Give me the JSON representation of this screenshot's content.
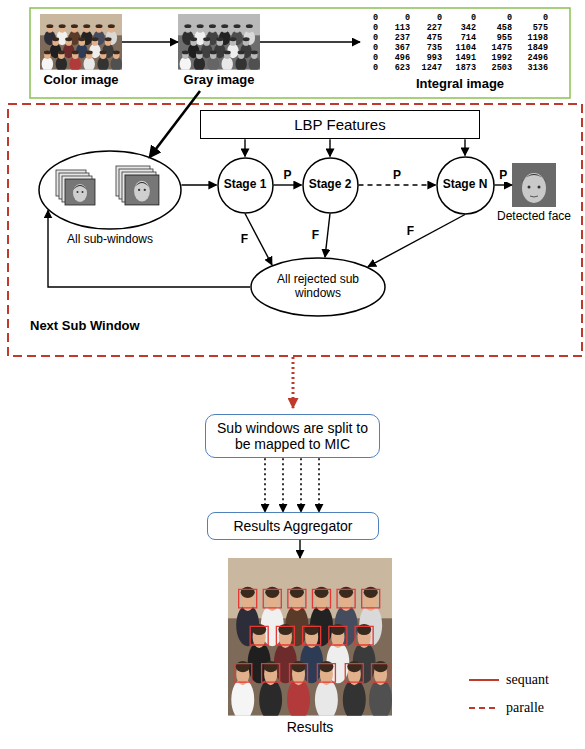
{
  "diagram": {
    "nodes": [
      {
        "text": [
          "Color image"
        ]
      },
      {
        "text": [
          "Gray image"
        ]
      },
      {
        "text": [
          "Integral image"
        ]
      },
      {
        "text": [
          "LBP Features"
        ]
      },
      {
        "text": [
          "All sub-windows"
        ]
      },
      {
        "text": [
          "Stage 1"
        ]
      },
      {
        "text": [
          "Stage 2"
        ]
      },
      {
        "text": [
          "Stage N"
        ]
      },
      {
        "text": [
          "Detected face"
        ]
      },
      {
        "text": [
          "All rejected sub windows"
        ]
      },
      {
        "text": [
          "Sub windows are split to be mapped to MIC"
        ]
      },
      {
        "text": [
          "Results Aggregator"
        ]
      },
      {
        "text": [
          "Results"
        ]
      }
    ],
    "edges": [
      {
        "from": 0,
        "to": 1,
        "arrow": "to"
      },
      {
        "from": 1,
        "to": 2,
        "arrow": "to"
      },
      {
        "from": 1,
        "to": 4,
        "arrow": "to"
      },
      {
        "from": 3,
        "to": 5,
        "arrow": "to"
      },
      {
        "from": 3,
        "to": 6,
        "arrow": "to"
      },
      {
        "from": 3,
        "to": 7,
        "arrow": "to"
      },
      {
        "from": 4,
        "to": 5,
        "arrow": "to"
      },
      {
        "from": 5,
        "to": 6,
        "label": "P",
        "arrow": "to"
      },
      {
        "from": 6,
        "to": 7,
        "label": "P",
        "arrow": "to"
      },
      {
        "from": 7,
        "to": 8,
        "label": "P",
        "arrow": "to"
      },
      {
        "from": 5,
        "to": 9,
        "label": "F",
        "arrow": "to"
      },
      {
        "from": 6,
        "to": 9,
        "label": "F",
        "arrow": "to"
      },
      {
        "from": 7,
        "to": 9,
        "label": "F",
        "arrow": "to"
      },
      {
        "from": 9,
        "to": 4,
        "arrow": "to"
      },
      {
        "from": 10,
        "to": 11,
        "arrow": "to"
      },
      {
        "from": 10,
        "to": 11,
        "arrow": "to"
      },
      {
        "from": 10,
        "to": 11,
        "arrow": "to"
      },
      {
        "from": 10,
        "to": 11,
        "arrow": "to"
      },
      {
        "from": 11,
        "to": 12,
        "arrow": "to"
      }
    ],
    "labels": [
      "0",
      "0",
      "0",
      "0",
      "0",
      "0",
      "0",
      "113",
      "227",
      "342",
      "458",
      "575",
      "0",
      "237",
      "475",
      "714",
      "955",
      "1198",
      "0",
      "367",
      "735",
      "1104",
      "1475",
      "1849",
      "0",
      "496",
      "993",
      "1491",
      "1992",
      "2496",
      "0",
      "623",
      "1247",
      "1873",
      "2503",
      "3136",
      "Next Sub Window"
    ],
    "legend": [
      {
        "text": "sequant"
      },
      {
        "text": "paralle"
      }
    ]
  }
}
